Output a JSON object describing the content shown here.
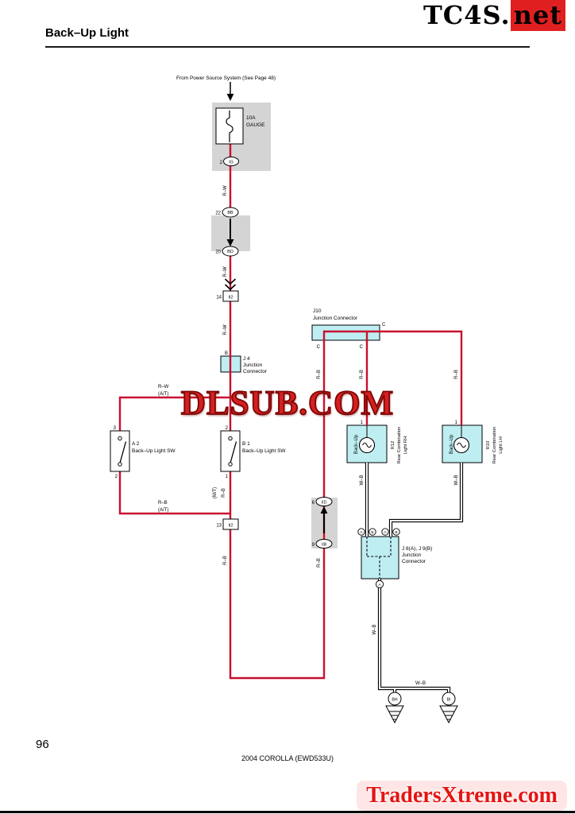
{
  "header": {
    "title": "Back–Up Light",
    "logo_prefix": "TC4S.",
    "logo_suffix": "net"
  },
  "watermarks": {
    "center": "DLSUB.COM",
    "bottom": "TradersXtreme.com"
  },
  "footer": {
    "page_number": "96",
    "model": "2004 COROLLA (EWD533U)"
  },
  "colors": {
    "wire_red": "#c8102e",
    "connector_cyan": "#bfeef2",
    "block_gray": "#d4d4d4",
    "watermark_red": "#d42020"
  },
  "diagram": {
    "power_source_label": "From Power Source System (See Page 48)",
    "fuse": {
      "rating": "10A",
      "name": "GAUGE",
      "pin": "2",
      "code": "IG"
    },
    "bb": {
      "pin": "22",
      "code": "BB"
    },
    "bd": {
      "pin": "20",
      "code": "BD"
    },
    "ii2_top": {
      "pin": "14",
      "code": "II2"
    },
    "ii2_bottom": {
      "pin": "13",
      "code": "II2"
    },
    "iid": {
      "pin": "6",
      "code": "IID"
    },
    "iib": {
      "pin": "9",
      "code": "IIB"
    },
    "j4": {
      "pin": "B",
      "name": "J 4",
      "desc1": "Junction",
      "desc2": "Connector"
    },
    "j10": {
      "name": "J10",
      "desc": "Junction Connector",
      "pin_top": "C",
      "pin_left": "C",
      "pin_mid": "C"
    },
    "j8": {
      "name": "J 8(A), J 9(B)",
      "desc1": "Junction",
      "desc2": "Connector",
      "pin_tl_a": "A",
      "pin_tl_b": "B",
      "pin_tr_a": "A",
      "pin_tr_b": "B",
      "pin_bottom": "A"
    },
    "a2": {
      "name": "A 2",
      "desc": "Back–Up Light SW",
      "pin_top": "3",
      "pin_bottom": "2"
    },
    "b1": {
      "name": "B 1",
      "desc": "Back–Up Light SW",
      "pin_top": "2",
      "pin_bottom": "1"
    },
    "r12": {
      "name": "R12",
      "desc1": "Rear Combination",
      "desc2": "Light RH",
      "pin": "1",
      "bulb": "Back–Up"
    },
    "r10": {
      "name": "R10",
      "desc1": "Rear Combination",
      "desc2": "Light LH",
      "pin": "1",
      "bulb": "Back–Up"
    },
    "ground_left": "BH",
    "ground_right": "BI",
    "labels": {
      "rw": "R–W",
      "rb": "R–B",
      "wb": "W–B",
      "at": "(A/T)",
      "mt": "(M/T)"
    }
  }
}
